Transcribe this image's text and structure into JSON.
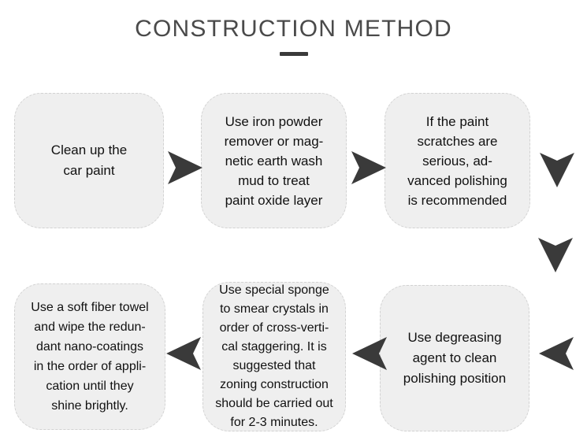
{
  "page": {
    "title": "CONSTRUCTION METHOD",
    "background_color": "#ffffff",
    "box_fill_color": "#efefef",
    "box_border_color": "#d2d2d2",
    "arrow_color": "#3a3a3a",
    "title_color": "#4a4a4a",
    "divider_color": "#3a3a3a"
  },
  "flow": {
    "steps": [
      {
        "id": "step-1",
        "order": 1,
        "text": "Clean up the\ncar paint"
      },
      {
        "id": "step-2",
        "order": 2,
        "text": "Use iron powder\nremover or mag-\nnetic earth wash\nmud to treat\npaint oxide layer"
      },
      {
        "id": "step-3",
        "order": 3,
        "text": "If the paint\nscratches are\nserious, ad-\nvanced polishing\nis recommended"
      },
      {
        "id": "step-4",
        "order": 4,
        "text": "Use degreasing\nagent to clean\npolishing position"
      },
      {
        "id": "step-5",
        "order": 5,
        "text": "Use special sponge\nto smear crystals in\norder of cross-verti-\ncal staggering. It is\nsuggested that\nzoning construction\nshould be carried out\nfor 2-3 minutes."
      },
      {
        "id": "step-6",
        "order": 6,
        "text": "Use a soft fiber towel\nand wipe the redun-\ndant nano-coatings\nin the order of appli-\ncation until they\nshine brightly."
      }
    ],
    "connectors": [
      {
        "id": "arrow-1",
        "direction": "right",
        "from": "step-1",
        "to": "step-2"
      },
      {
        "id": "arrow-2",
        "direction": "right",
        "from": "step-2",
        "to": "step-3"
      },
      {
        "id": "arrow-3",
        "direction": "down",
        "from": "step-3",
        "to": "step-4"
      },
      {
        "id": "arrow-4",
        "direction": "down",
        "from": "step-3",
        "to": "step-4"
      },
      {
        "id": "arrow-5",
        "direction": "left",
        "from": "step-3",
        "to": "step-4"
      },
      {
        "id": "arrow-6",
        "direction": "left",
        "from": "step-4",
        "to": "step-5"
      },
      {
        "id": "arrow-7",
        "direction": "left",
        "from": "step-5",
        "to": "step-6"
      }
    ]
  }
}
